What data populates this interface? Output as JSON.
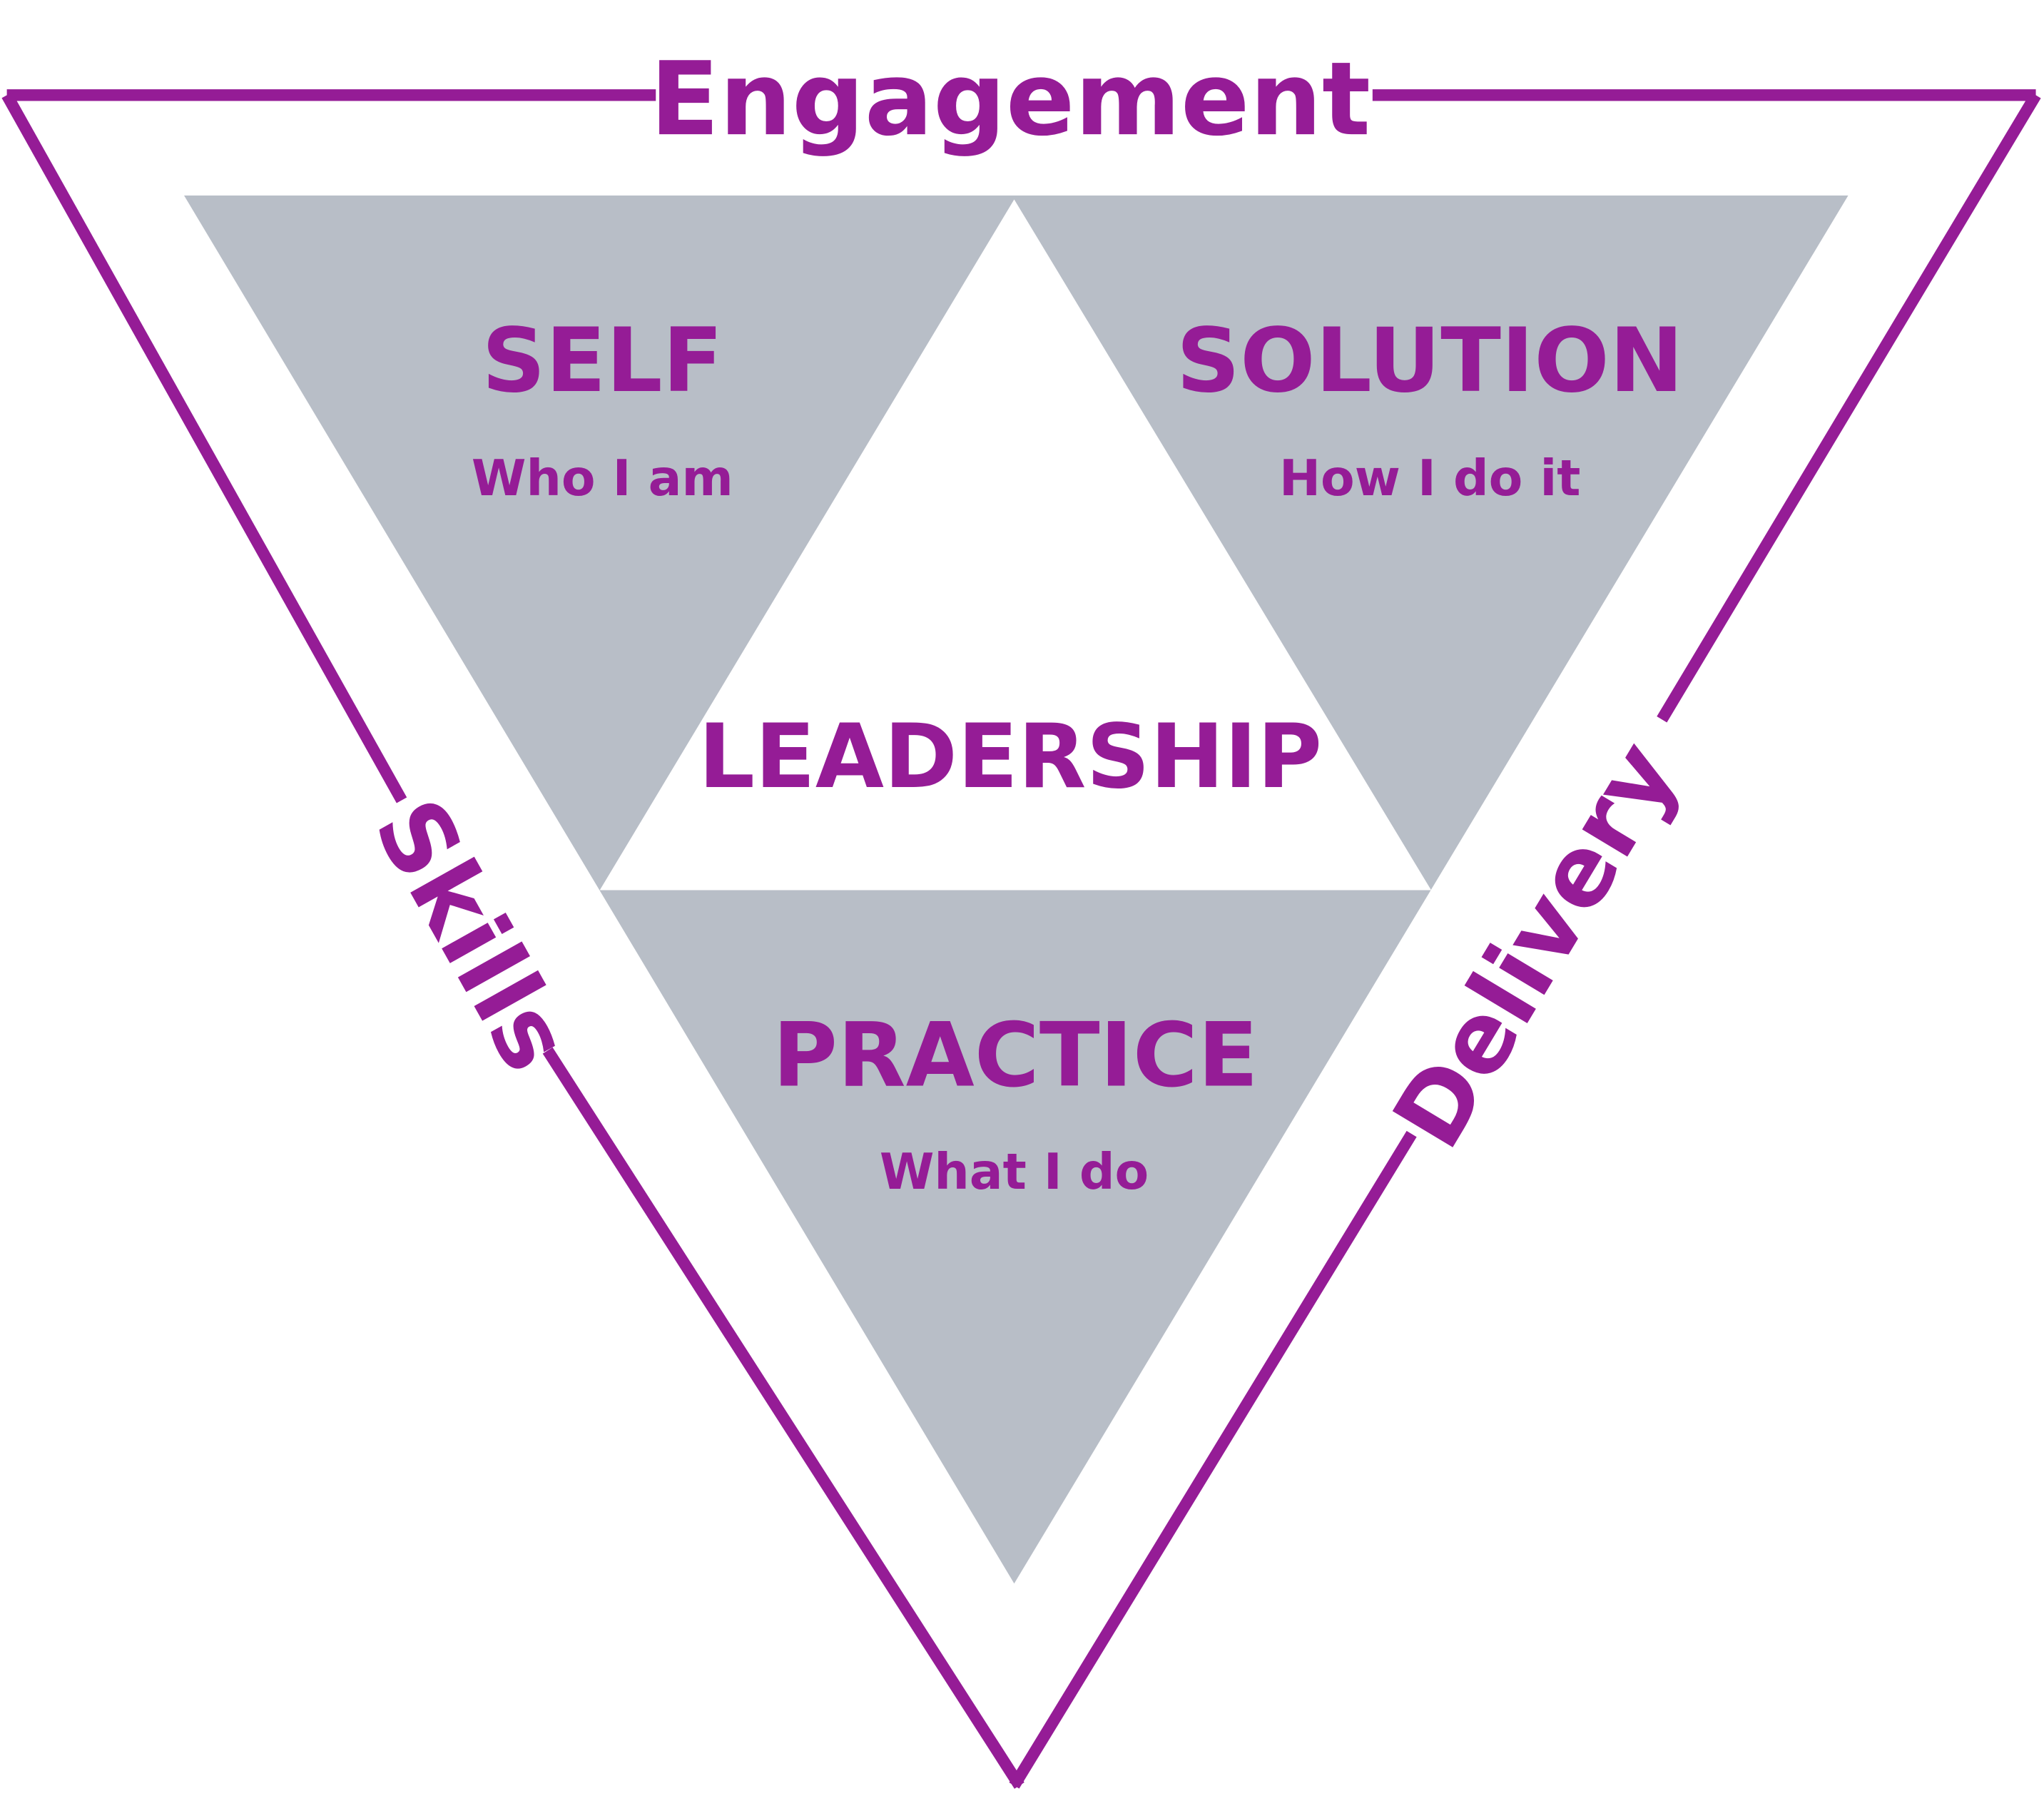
{
  "colors": {
    "accent": "#951c96",
    "panel": "#b8bec7",
    "background": "#ffffff"
  },
  "edges": {
    "top": "Engagement",
    "left": "Skills",
    "right": "Delivery"
  },
  "center": "LEADERSHIP",
  "segments": [
    {
      "title": "SELF",
      "subtitle": "Who I am"
    },
    {
      "title": "SOLUTION",
      "subtitle": "How I do it"
    },
    {
      "title": "PRACTICE",
      "subtitle": "What I do"
    }
  ]
}
